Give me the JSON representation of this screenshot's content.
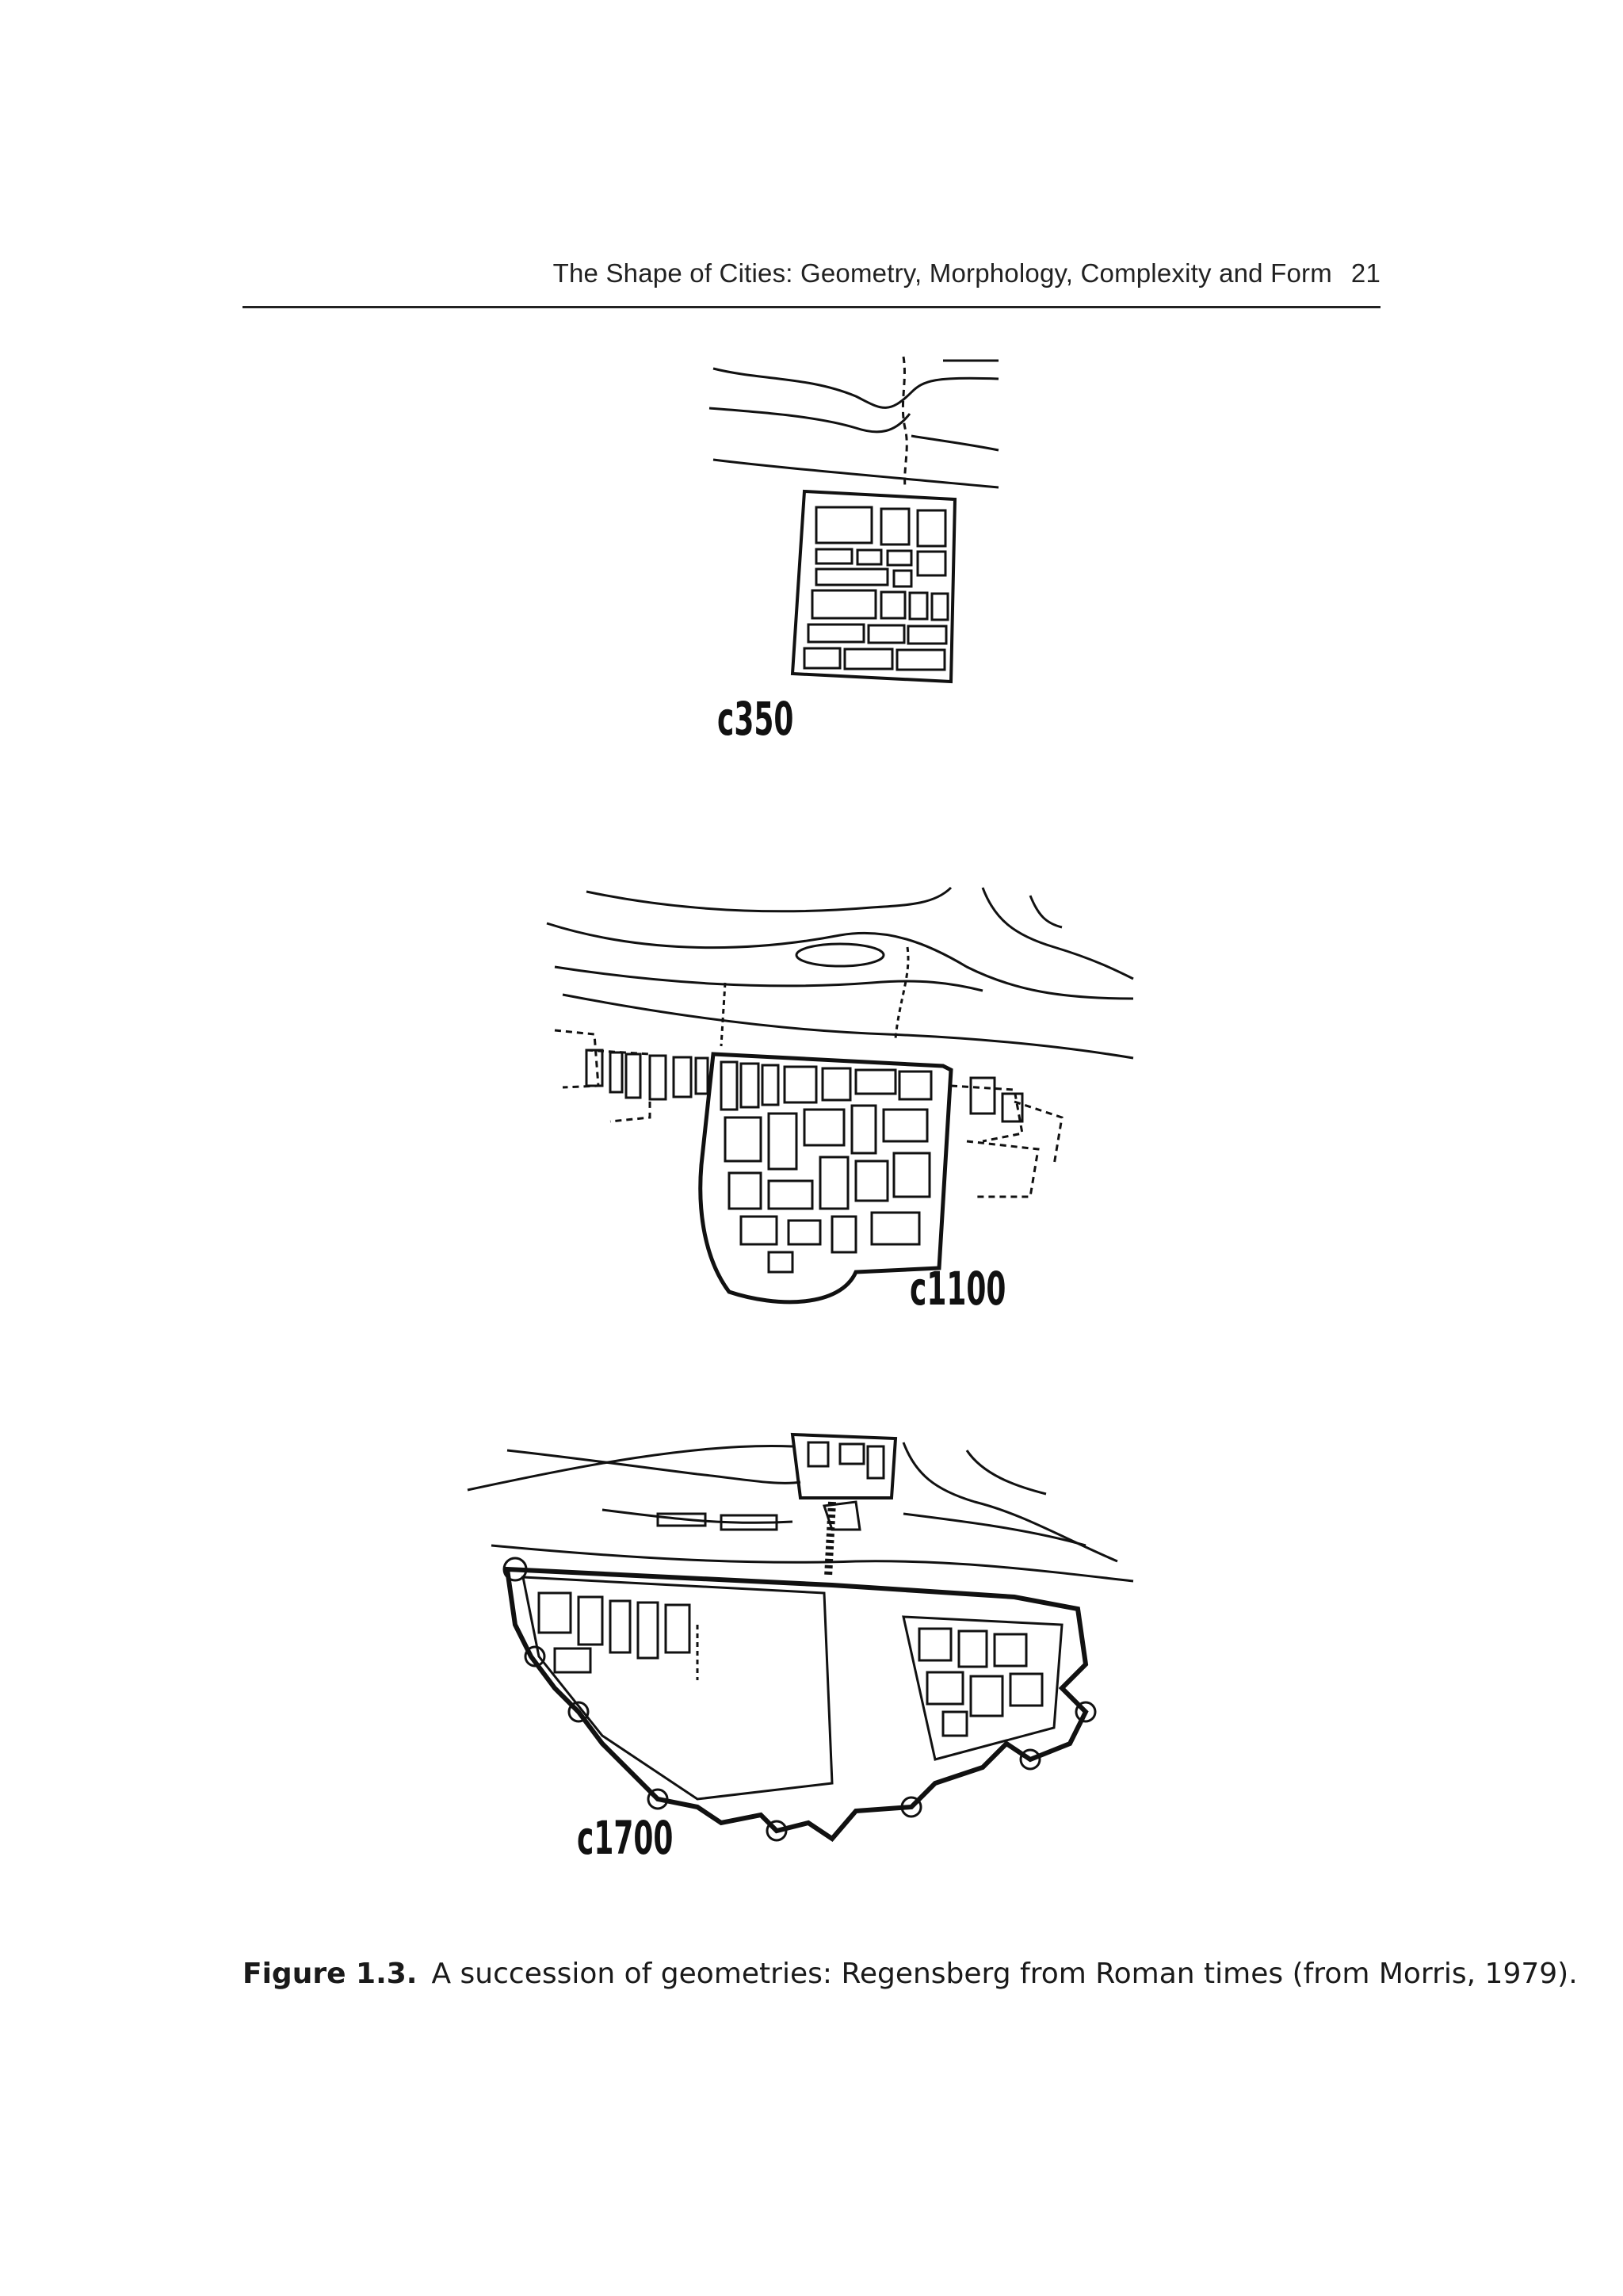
{
  "header": {
    "running_title": "The Shape of Cities: Geometry, Morphology, Complexity and Form",
    "page_number": "21"
  },
  "figure": {
    "maps": [
      {
        "label": "c350"
      },
      {
        "label": "c1100"
      },
      {
        "label": "c1700"
      }
    ],
    "caption_label": "Figure 1.3.",
    "caption_text": "A succession of geometries: Regensberg from Roman times (from Morris, 1979)."
  }
}
